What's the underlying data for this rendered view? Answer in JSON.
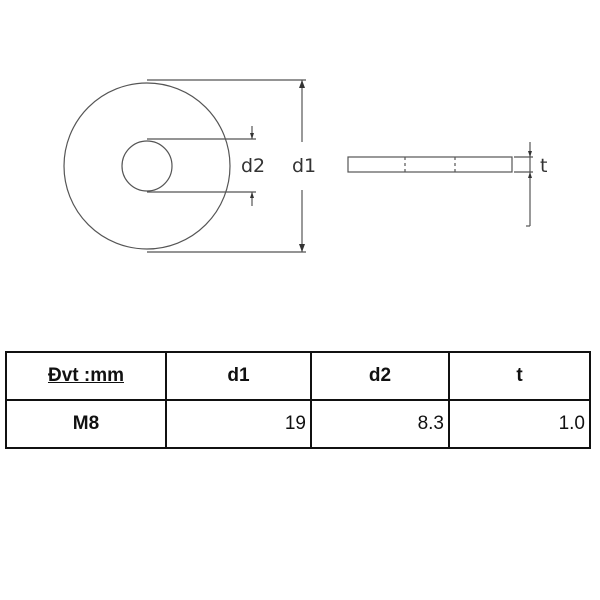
{
  "drawing": {
    "labels": {
      "d1": "d1",
      "d2": "d2",
      "t": "t"
    },
    "line_color": "#555555"
  },
  "table": {
    "headers": [
      "Đvt :mm",
      "d1",
      "d2",
      "t"
    ],
    "rows": [
      [
        "M8",
        "19",
        "8.3",
        "1.0"
      ]
    ]
  }
}
